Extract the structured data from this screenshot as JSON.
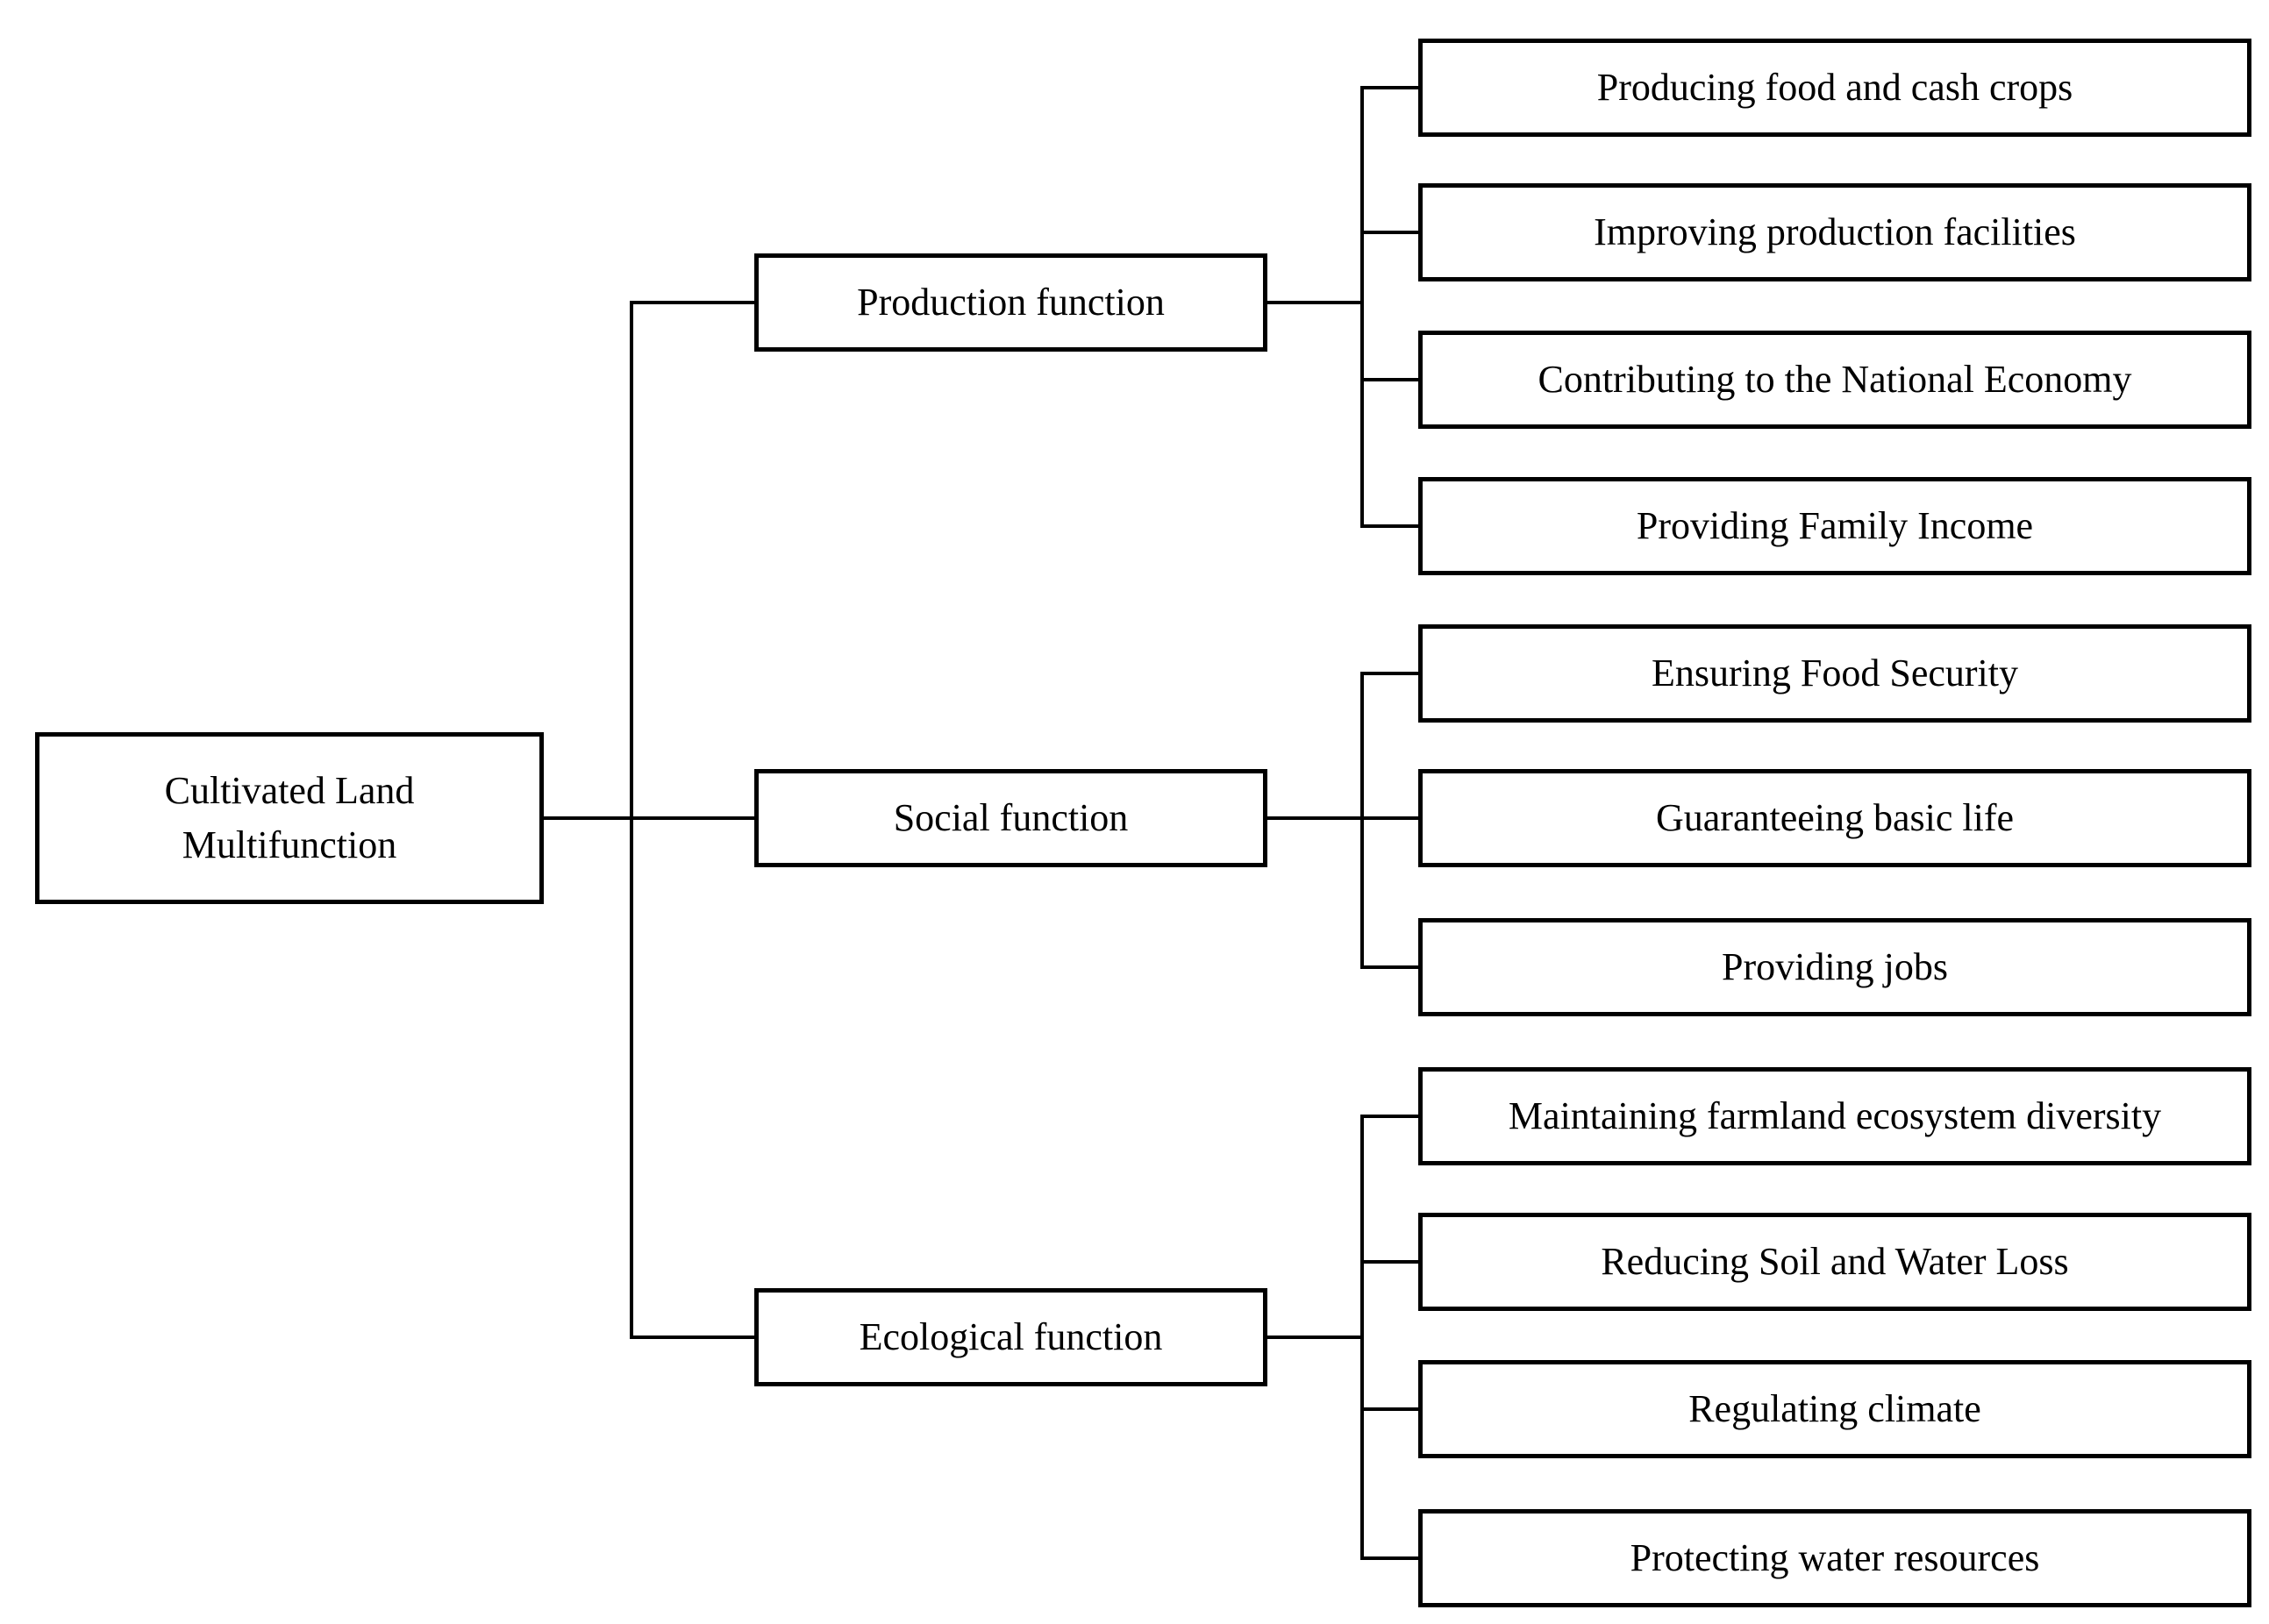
{
  "diagram": {
    "root": {
      "label": "Cultivated Land\nMultifunction"
    },
    "branches": [
      {
        "id": "production",
        "label": "Production function",
        "children": [
          "Producing food and cash crops",
          "Improving production facilities",
          "Contributing to the National Economy",
          "Providing Family Income"
        ]
      },
      {
        "id": "social",
        "label": "Social function",
        "children": [
          "Ensuring Food Security",
          "Guaranteeing basic life",
          "Providing jobs"
        ]
      },
      {
        "id": "ecological",
        "label": "Ecological function",
        "children": [
          "Maintaining farmland ecosystem diversity",
          "Reducing Soil and Water Loss",
          "Regulating climate",
          "Protecting water resources"
        ]
      }
    ],
    "colors": {
      "line": "#000000",
      "box_border": "#000000",
      "background": "#ffffff",
      "text": "#000000"
    }
  }
}
